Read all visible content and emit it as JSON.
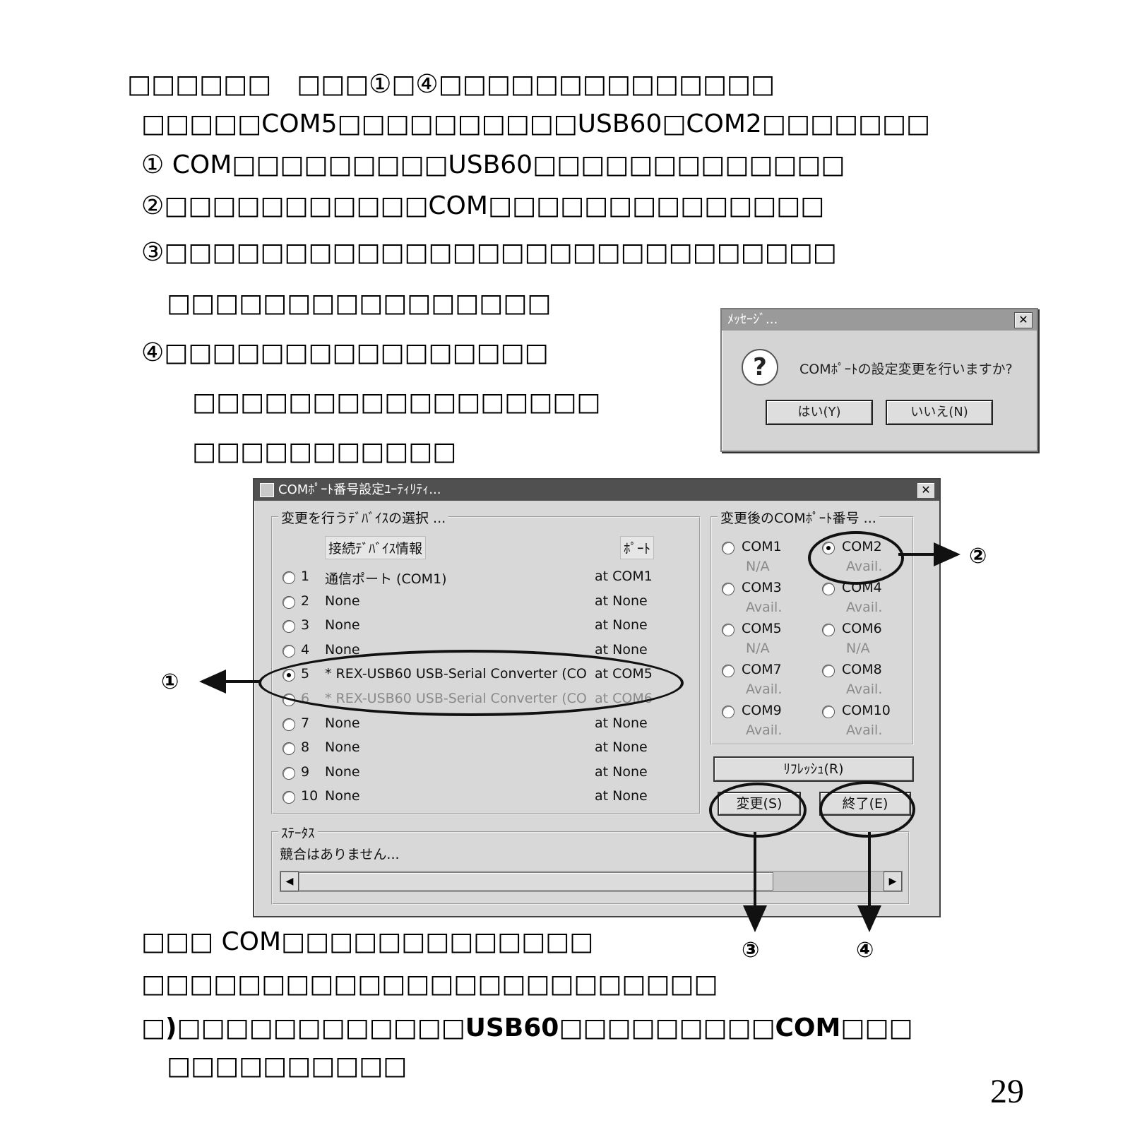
{
  "top_text": {
    "line1": "□□□□□□　□□□①□④□□□□□□□□□□□□□□",
    "line2": "□□□□□COM5□□□□□□□□□□USB60□COM2□□□□□□□",
    "line3": "① COM□□□□□□□□□USB60□□□□□□□□□□□□□",
    "line4": "②□□□□□□□□□□□COM□□□□□□□□□□□□□□",
    "line5": "③□□□□□□□□□□□□□□□□□□□□□□□□□□□□",
    "line6": "　□□□□□□□□□□□□□□□□",
    "line7": "④□□□□□□□□□□□□□□□□",
    "line8": "　　□□□□□□□□□□□□□□□□□",
    "line9": "　　□□□□□□□□□□□"
  },
  "message_box": {
    "title": "ﾒｯｾｰｼﾞ...",
    "close": "✕",
    "icon": "question-icon",
    "icon_glyph": "?",
    "text": "COMﾎﾟｰﾄの設定変更を行いますか?",
    "yes_label": "はい(Y)",
    "no_label": "いいえ(N)"
  },
  "dialog": {
    "title": "COMﾎﾟｰﾄ番号設定ﾕｰﾃｨﾘﾃｨ...",
    "close": "✕",
    "device_group_label": "変更を行うﾃﾞﾊﾞｲｽの選択 ...",
    "col_device": "接続ﾃﾞﾊﾞｲｽ情報",
    "col_port": "ﾎﾟｰﾄ",
    "devices": [
      {
        "num": "1",
        "name": "通信ポート (COM1)",
        "port": "at COM1",
        "selected": false,
        "dim": false
      },
      {
        "num": "2",
        "name": "None",
        "port": "at None",
        "selected": false,
        "dim": false
      },
      {
        "num": "3",
        "name": "None",
        "port": "at None",
        "selected": false,
        "dim": false
      },
      {
        "num": "4",
        "name": "None",
        "port": "at None",
        "selected": false,
        "dim": false
      },
      {
        "num": "5",
        "name": "* REX-USB60 USB-Serial Converter (CO",
        "port": "at COM5",
        "selected": true,
        "dim": false
      },
      {
        "num": "6",
        "name": "* REX-USB60 USB-Serial Converter (CO",
        "port": "at COM6",
        "selected": false,
        "dim": true
      },
      {
        "num": "7",
        "name": "None",
        "port": "at None",
        "selected": false,
        "dim": false
      },
      {
        "num": "8",
        "name": "None",
        "port": "at None",
        "selected": false,
        "dim": false
      },
      {
        "num": "9",
        "name": "None",
        "port": "at None",
        "selected": false,
        "dim": false
      },
      {
        "num": "10",
        "name": "None",
        "port": "at None",
        "selected": false,
        "dim": false
      }
    ],
    "port_group_label": "変更後のCOMﾎﾟｰﾄ番号 ...",
    "ports": [
      {
        "name": "COM1",
        "status": "N/A",
        "selected": false
      },
      {
        "name": "COM2",
        "status": "Avail.",
        "selected": true
      },
      {
        "name": "COM3",
        "status": "Avail.",
        "selected": false
      },
      {
        "name": "COM4",
        "status": "Avail.",
        "selected": false
      },
      {
        "name": "COM5",
        "status": "N/A",
        "selected": false
      },
      {
        "name": "COM6",
        "status": "N/A",
        "selected": false
      },
      {
        "name": "COM7",
        "status": "Avail.",
        "selected": false
      },
      {
        "name": "COM8",
        "status": "Avail.",
        "selected": false
      },
      {
        "name": "COM9",
        "status": "Avail.",
        "selected": false
      },
      {
        "name": "COM10",
        "status": "Avail.",
        "selected": false
      }
    ],
    "refresh_label": "ﾘﾌﾚｯｼｭ(R)",
    "change_label": "変更(S)",
    "exit_label": "終了(E)",
    "status_label": "ｽﾃｰﾀｽ",
    "status_text": "競合はありません...",
    "scroll_left": "◀",
    "scroll_right": "▶"
  },
  "annotations": {
    "m1": "①",
    "m2": "②",
    "m3": "③",
    "m4": "④"
  },
  "bottom_text": {
    "line1": "□□□ COM□□□□□□□□□□□□□",
    "line2": "□□□□□□□□□□□□□□□□□□□□□□□□",
    "line3": "□)□□□□□□□□□□□□USB60□□□□□□□□□COM□□□",
    "line4": "　□□□□□□□□□□"
  },
  "page_number": "29"
}
